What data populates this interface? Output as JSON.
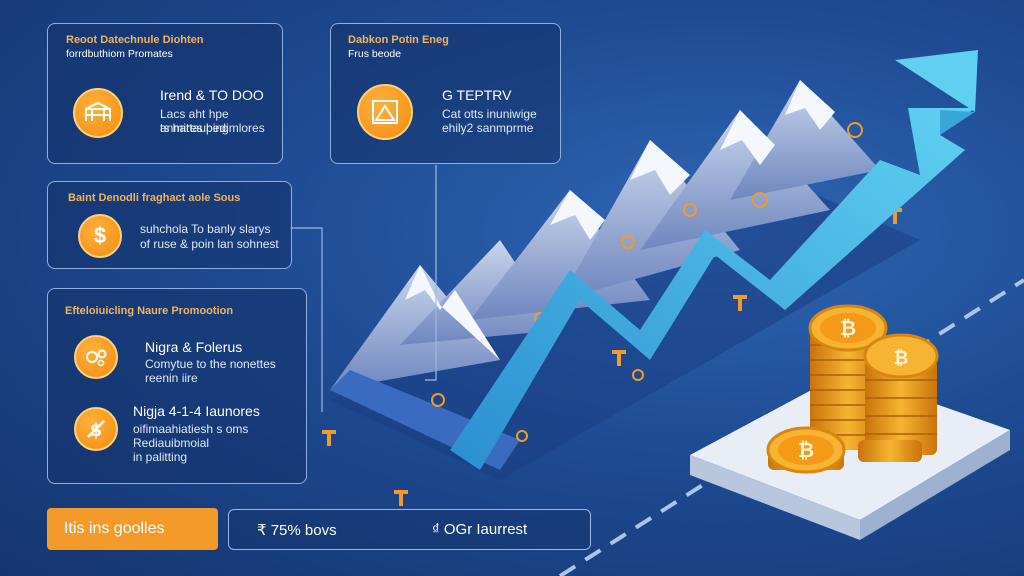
{
  "panel1": {
    "title": "Reoot Datechnule Diohten",
    "subtitle": "forrdbuthiom Promates",
    "heading": "Irend & TO DOO",
    "lines": [
      "Lacs aht hpe anmittaubing",
      "ts hares pedimlores"
    ],
    "icon": "bridge-icon"
  },
  "panel2": {
    "title": "Dabkon Potin Eneg",
    "subtitle": "Frus beode",
    "heading": "G TEPTRV",
    "lines": [
      "Cat otts inuniwige",
      "ehily2 sanmprme"
    ],
    "icon": "frame-icon"
  },
  "panel3": {
    "title": "Baint Denodli fraghact aole Sous",
    "lines": [
      "suhchola To banly slarys",
      "of ruse & poin lan sohnest"
    ],
    "icon": "dollar-icon"
  },
  "panel4": {
    "title": "Efteloiuicling Naure Promootion",
    "item1_heading": "Nigra & Folerus",
    "item1_lines": [
      "Comytue to the nonettes",
      "reenin iire"
    ],
    "item1_icon": "gears-icon",
    "item2_heading": "Nigja 4-1-4 Iaunores",
    "item2_lines": [
      "oifimaahiatiesh s oms",
      "Rediauibmoial",
      "in palitting"
    ],
    "item2_icon": "dollar-slash-icon"
  },
  "badge": "Itis ins goolles",
  "stats": [
    "₹ 75% bovs",
    "₫ OGr Iaurrest"
  ],
  "colors": {
    "accent": "#f39a2b",
    "arrow": "#3fb2e3",
    "coin": "#f2a521"
  }
}
